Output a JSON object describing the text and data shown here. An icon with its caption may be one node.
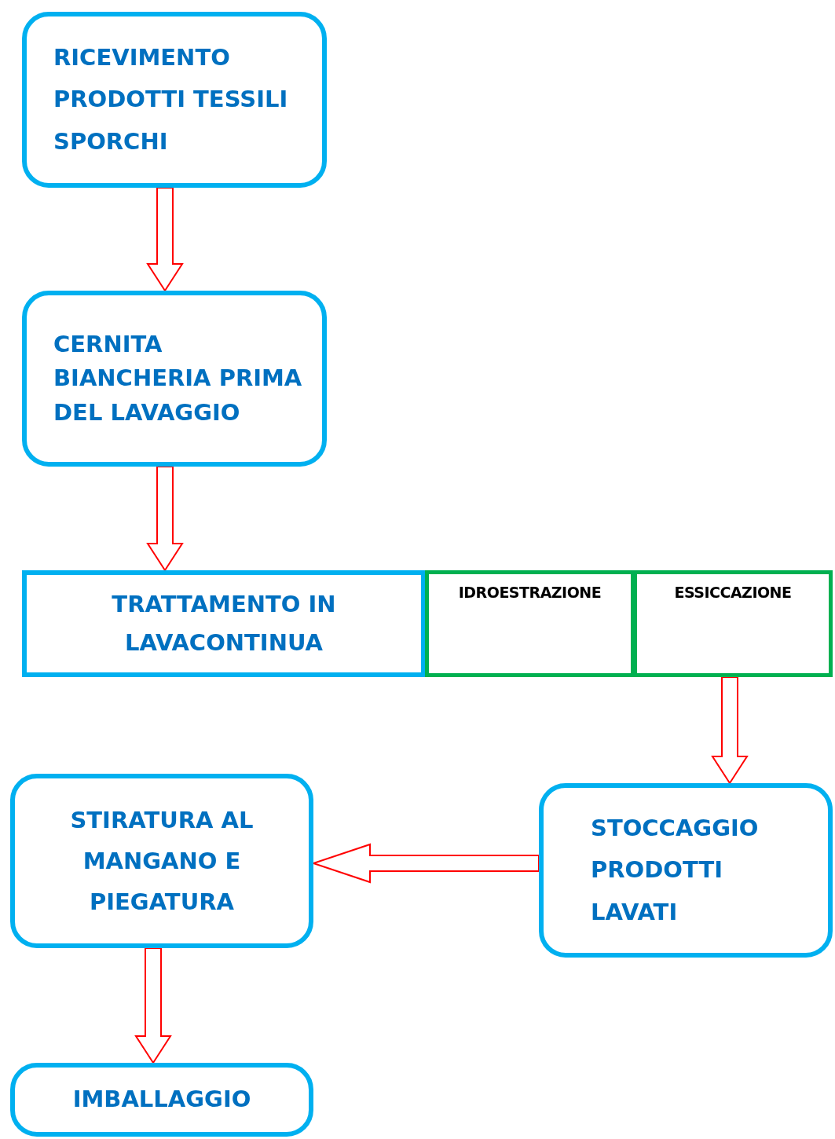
{
  "diagram": {
    "nodes": [
      {
        "text": [
          "RICEVIMENTO PRODOTTI TESSILI SPORCHI"
        ]
      },
      {
        "text": [
          "CERNITA BIANCHERIA PRIMA DEL LAVAGGIO"
        ]
      },
      {
        "text": [
          "TRATTAMENTO  IN LAVACONTINUA"
        ]
      },
      {
        "text": [
          "IDROESTRAZIONE"
        ]
      },
      {
        "text": [
          "ESSICCAZIONE"
        ]
      },
      {
        "text": [
          "STOCCAGGIO PRODOTTI LAVATI"
        ]
      },
      {
        "text": [
          "STIRATURA AL MANGANO E PIEGATURA"
        ]
      },
      {
        "text": [
          "IMBALLAGGIO"
        ]
      }
    ],
    "edges": [
      {
        "from": 0,
        "to": 1,
        "arrow": "to"
      },
      {
        "from": 1,
        "to": 2,
        "arrow": "to"
      },
      {
        "from": 4,
        "to": 5,
        "arrow": "to"
      },
      {
        "from": 5,
        "to": 6,
        "arrow": "to"
      },
      {
        "from": 6,
        "to": 7,
        "arrow": "to"
      }
    ]
  }
}
